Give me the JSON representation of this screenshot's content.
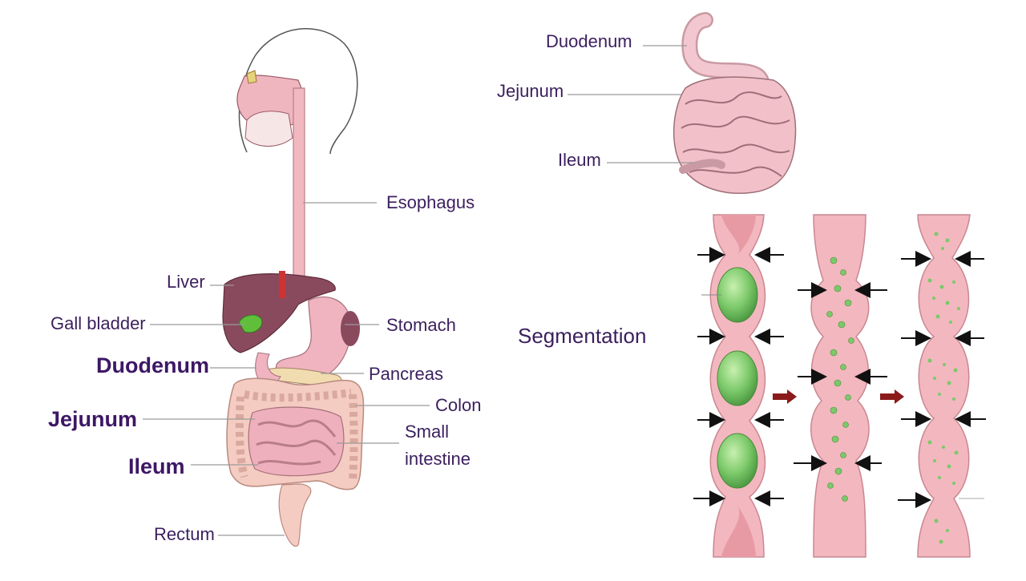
{
  "labels": {
    "esophagus": "Esophagus",
    "liver": "Liver",
    "gall_bladder": "Gall bladder",
    "stomach": "Stomach",
    "duodenum_main": "Duodenum",
    "pancreas": "Pancreas",
    "colon": "Colon",
    "jejunum_main": "Jejunum",
    "small_intestine_1": "Small",
    "small_intestine_2": "intestine",
    "ileum_main": "Ileum",
    "rectum": "Rectum",
    "duodenum_detail": "Duodenum",
    "jejunum_detail": "Jejunum",
    "ileum_detail": "Ileum",
    "segmentation": "Segmentation"
  },
  "colors": {
    "label_text": "#3b1f5e",
    "leader_line": "#9a9a9a",
    "tissue_pink": "#f2b8c0",
    "tissue_dark": "#d98a96",
    "liver": "#8a4a5e",
    "chyme_green": "#7cc96a",
    "arrow_red": "#8b1a1a"
  }
}
